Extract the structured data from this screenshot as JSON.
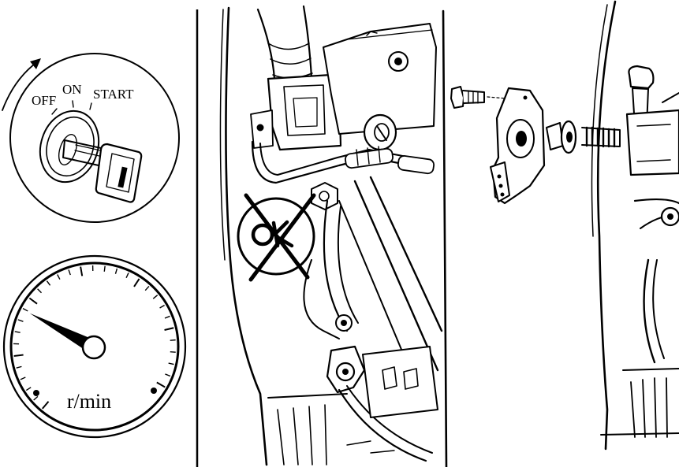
{
  "ignition_switch": {
    "positions": [
      "OFF",
      "ON",
      "START"
    ]
  },
  "tachometer": {
    "unit_label": "r/min",
    "needle_level": 0.3
  },
  "prohibition_symbol": {
    "icon": "prohibited-x-icon"
  },
  "colors": {
    "ink": "#000000",
    "background": "#ffffff"
  }
}
